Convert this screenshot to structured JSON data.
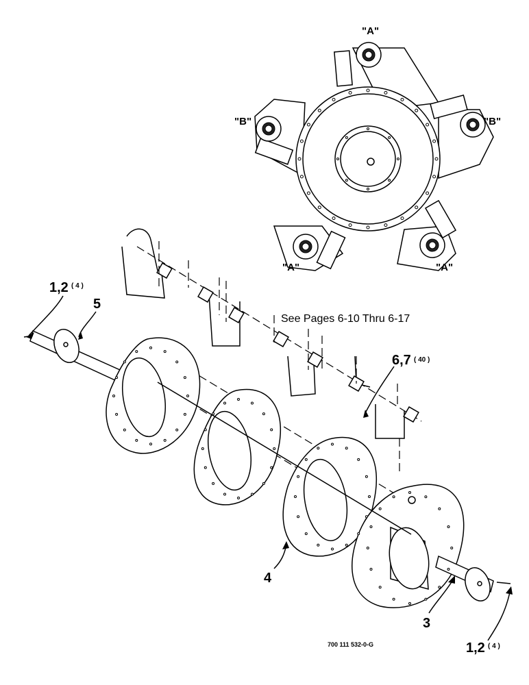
{
  "labels": {
    "a_top": "\"A\"",
    "b_left": "\"B\"",
    "b_right": "\"B\"",
    "a_bottom_left": "\"A\"",
    "a_bottom_right": "\"A\"",
    "callout_1_2_top": "1,2",
    "callout_1_2_top_qty": "( 4 )",
    "callout_5": "5",
    "callout_6_7": "6,7",
    "callout_6_7_qty": "( 40 )",
    "callout_4": "4",
    "callout_3": "3",
    "callout_1_2_bottom": "1,2",
    "callout_1_2_bottom_qty": "( 4 )",
    "see_pages": "See Pages 6-10 Thru 6-17",
    "drawing_number": "700 111 532-0-G"
  }
}
